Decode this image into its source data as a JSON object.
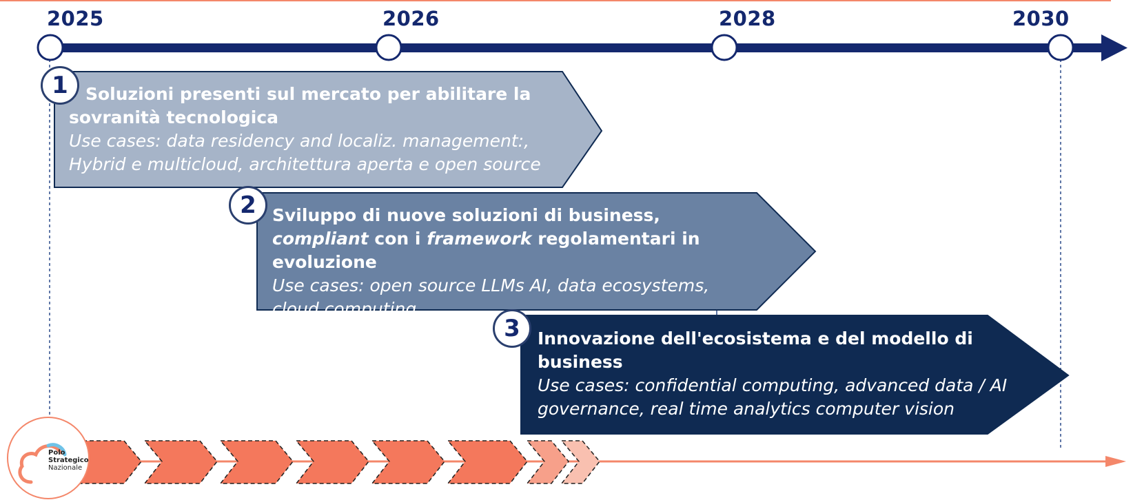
{
  "timeline": {
    "years": [
      "2025",
      "2026",
      "2028",
      "2030"
    ]
  },
  "items": [
    {
      "number": "1",
      "title": "Soluzioni presenti sul mercato per abilitare la sovranità tecnologica",
      "use_cases": "Use cases: data residency and localiz. management:, Hybrid e multicloud, architettura aperta e open source",
      "color": "#a6b4c8"
    },
    {
      "number": "2",
      "title_part1": "Sviluppo di nuove soluzioni di business, ",
      "title_em1": "compliant",
      "title_part2": " con i ",
      "title_em2": "framework",
      "title_part3": " regolamentari in evoluzione",
      "use_cases": "Use cases: open source LLMs AI, data ecosystems, cloud computing",
      "color": "#6a82a3"
    },
    {
      "number": "3",
      "title": "Innovazione dell'ecosistema e del modello di business",
      "use_cases": "Use cases: confidential computing, advanced data / AI governance, real time analytics computer vision",
      "color": "#0f2a52"
    }
  ],
  "logo": {
    "line1": "Polo",
    "line2": "Strategico",
    "line3": "Nazionale"
  },
  "colors": {
    "timeline": "#14286e",
    "accent": "#f4876a"
  }
}
